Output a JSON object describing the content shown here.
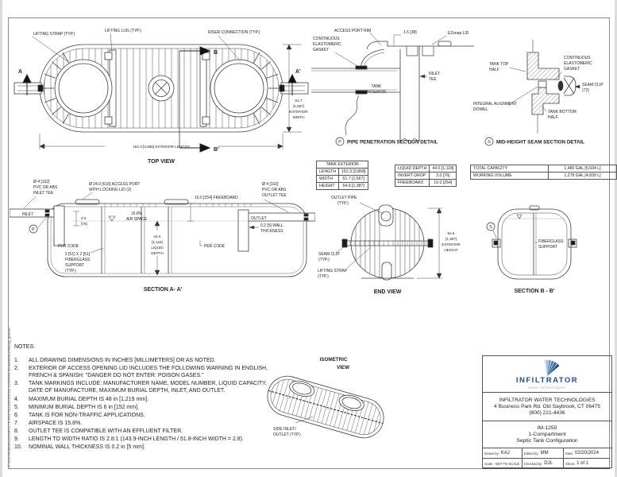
{
  "page": {
    "file_path_note": "G:\\Gov Relations\\COMPLETE RFA PACKAGES\\IM-1250\\RFA documents\\Drawing_generic"
  },
  "top_view": {
    "caption": "TOP VIEW",
    "lifting_strap": "LIFTING STRAP (TYP.)",
    "lifting_lug": "LIFTING LUG (TYP.)",
    "riser_connection": "RISER CONNECTION (TYP.)",
    "marker_a": "A",
    "marker_a2": "A'",
    "marker_b": "B",
    "marker_b2": "B'",
    "width_dim": [
      "61.7",
      "[1,567]",
      "EXTERIOR",
      "WIDTH"
    ],
    "length_dim": "152.3 [3,868] EXTERIOR LENGTH"
  },
  "pipe_detail": {
    "access_port_rim": "ACCESS PORT RIM",
    "lid_offset_dim": "1.5 [38]",
    "ezsnap_lid": "EZsnap LID",
    "gasket": [
      "CONTINUOUS",
      "ELASTOMERIC",
      "GASKET"
    ],
    "tank_interior": [
      "TANK",
      "INTERIOR"
    ],
    "inlet_tee": [
      "INLET",
      "TEE"
    ],
    "symbol": "P",
    "caption": "PIPE PENETRATION SECTION DETAIL"
  },
  "seam_detail": {
    "tank_top_half": [
      "TANK TOP",
      "HALF"
    ],
    "gasket": [
      "CONTINUOUS",
      "ELASTOMERIC",
      "GASKET"
    ],
    "seam_clip": [
      "SEAM CLIP",
      "(72)"
    ],
    "dowel": [
      "INTEGRAL ALIGNMENT",
      "DOWEL"
    ],
    "tank_bottom_half": [
      "TANK BOTTOM",
      "HALF"
    ],
    "symbol": "S",
    "caption": "MID-HEIGHT SEAM SECTION DETAIL"
  },
  "tables": {
    "tank_exterior": {
      "title": "TANK EXTERIOR",
      "rows": [
        [
          "LENGTH",
          "152.3 [3,868]"
        ],
        [
          "WIDTH",
          "61.7 [1,567]"
        ],
        [
          "HEIGHT",
          "54.6 [1,387]"
        ]
      ]
    },
    "depths": {
      "rows": [
        [
          "LIQUID DEPTH",
          "44.0 [1,118]"
        ],
        [
          "INVERT DROP",
          "3.0 [76]"
        ],
        [
          "FREEBOARD",
          "10.0 [254]"
        ]
      ]
    },
    "capacity": {
      "rows": [
        [
          "TOTAL CAPACITY",
          "1,480 GAL [5,604 L]"
        ],
        [
          "WORKING VOLUME",
          "1,278 GAL [4,839 L]"
        ]
      ]
    }
  },
  "section_a": {
    "inlet_tee": [
      "Ø 4 [102]",
      "PVC OR ABS",
      "INLET TEE"
    ],
    "access_port": [
      "Ø 24.0 [610] ACCESS PORT",
      "WITH LOCKING LID (2)"
    ],
    "freeboard": "10.0 [254] FREEBOARD",
    "outlet_tee": [
      "Ø 4 [102]",
      "PVC OR ABS",
      "OUTLET TEE"
    ],
    "inlet": "INLET",
    "outlet": "OUTLET",
    "air_space": [
      "15.8%",
      "AIR SPACE"
    ],
    "invert_dim": [
      "3.0",
      "[76]"
    ],
    "wall": [
      "0.2 [5] WALL",
      "THICKNESS"
    ],
    "per_code_left": "PER CODE",
    "per_code_right": "PER CODE",
    "liquid_depth": [
      "44.0",
      "[1,118]",
      "LIQUID",
      "DEPTH"
    ],
    "fiberglass": [
      "2 [51] X 2 [51]",
      "FIBERGLASS",
      "SUPPORT",
      "(TYP.)"
    ],
    "symbol": "P",
    "caption": "SECTION A- A'"
  },
  "end_view": {
    "outlet_pipe": [
      "OUTLET PIPE",
      "(TYP.)"
    ],
    "height_dim": [
      "54.6",
      "[1,387]",
      "EXTERIOR",
      "HEIGHT"
    ],
    "seam_clip": [
      "SEAM CLIP",
      "(TYP.)"
    ],
    "lifting_strap": [
      "LIFTING STRAP",
      "(TYP.)"
    ],
    "caption": "END VIEW"
  },
  "section_b": {
    "symbol": "S",
    "fiberglass": [
      "FIBERGLASS",
      "SUPPORT"
    ],
    "caption": "SECTION B - B'"
  },
  "notes": {
    "title": "NOTES:",
    "items": [
      "ALL DRAWING DIMENSIONS IN INCHES [MILLIMETERS] OR AS NOTED.",
      "EXTERIOR OF ACCESS OPENING LID INCLUDES THE FOLLOWING WARNING IN ENGLISH, FRENCH & SPANISH: \"DANGER DO NOT ENTER: POISON GASES.\"",
      "TANK MARKINGS INCLUDE: MANUFACTURER NAME, MODEL NUMBER, LIQUID CAPACITY, DATE OF MANUFACTURE, MAXIMUM BURIAL DEPTH, INLET, AND OUTLET.",
      "MAXIMUM BURIAL DEPTH IS 48 in [1,219 mm].",
      "MINIMUM BURIAL DEPTH IS 6 in [152 mm].",
      "TANK IS FOR NON-TRAFFIC APPLICATIONS.",
      "AIRSPACE IS 15.8%.",
      "OUTLET TEE IS COMPATIBLE WITH AN EFFLUENT FILTER.",
      "LENGTH TO WIDTH RATIO IS 2.8:1 (143.9-INCH LENGTH / 51.8-INCH WIDTH = 2.8).",
      "NOMINAL WALL THICKNESS IS 0.2 in [5 mm]."
    ]
  },
  "isometric": {
    "caption": [
      "ISOMETRIC",
      "VIEW"
    ],
    "side_inlet": [
      "SIDE INLET/",
      "OUTLET (TYP.)"
    ]
  },
  "title_block": {
    "brand": "INFILTRATOR",
    "brand_tagline": "water technologies",
    "brand_color": "#1d4f91",
    "brand_light": "#84aed4",
    "company": "INFILTRATOR WATER TECHNOLOGIES",
    "address": "4 Business Park Rd. Old Saybrook, CT 06475",
    "phone": "(800) 221-4436",
    "model": "IM-1250",
    "config_line1": "1-Compartment",
    "config_line2": "Septic Tank Configuration",
    "fields": {
      "drawn_label": "Drawn by:",
      "drawn": "KAJ",
      "edited_label": "Edited by:",
      "edited": "MM",
      "date_label": "Date:",
      "date": "02/20/2024",
      "scale_label": "Scale:",
      "scale": "NOT TO SCALE",
      "checked_label": "Checked by:",
      "checked": "DJL",
      "sheet_label": "Sheet:",
      "sheet": "1 of 1"
    }
  }
}
